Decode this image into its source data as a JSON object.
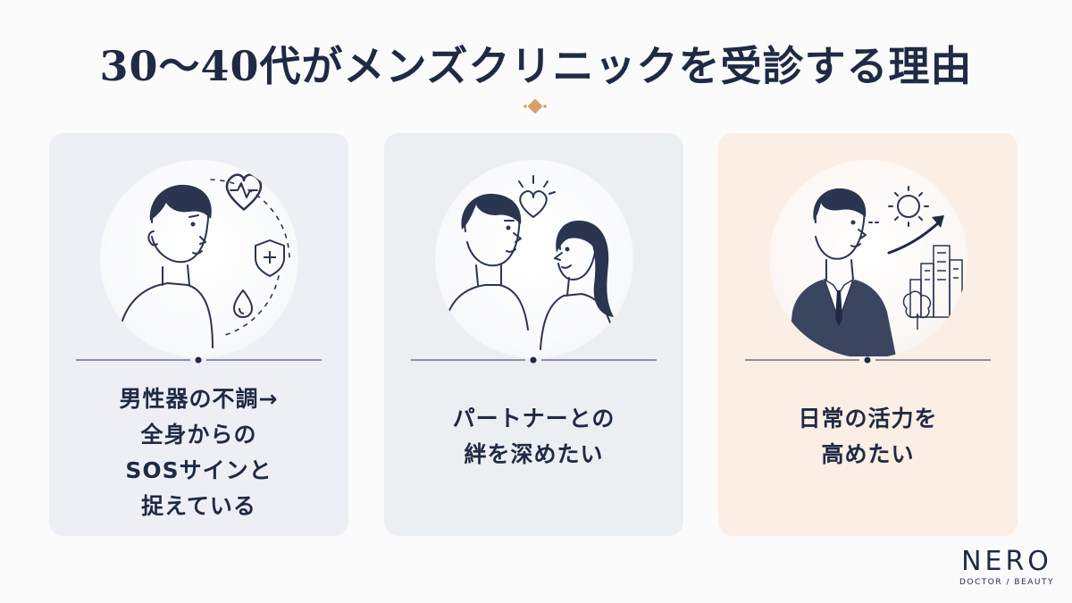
{
  "title": "30〜40代がメンズクリニックを受診する理由",
  "cards": [
    {
      "text": "男性器の不調→\n全身からの\nSOSサインと\n捉えている"
    },
    {
      "text": "パートナーとの\n絆を深めたい"
    },
    {
      "text": "日常の活力を\n高めたい"
    }
  ],
  "logo": {
    "name": "NERO",
    "sub": "DOCTOR / BEAUTY"
  },
  "colors": {
    "navy": "#1f2a44",
    "gold": "#d9a066",
    "card1_bg": "#edeff4",
    "card2_bg": "#eceff2",
    "card3_bg": "#fbeee4"
  },
  "icons": [
    "heart-pulse-icon",
    "shield-plus-icon",
    "droplet-icon",
    "heart-icon",
    "sun-icon",
    "arrow-up-icon",
    "buildings-icon",
    "tree-icon"
  ]
}
